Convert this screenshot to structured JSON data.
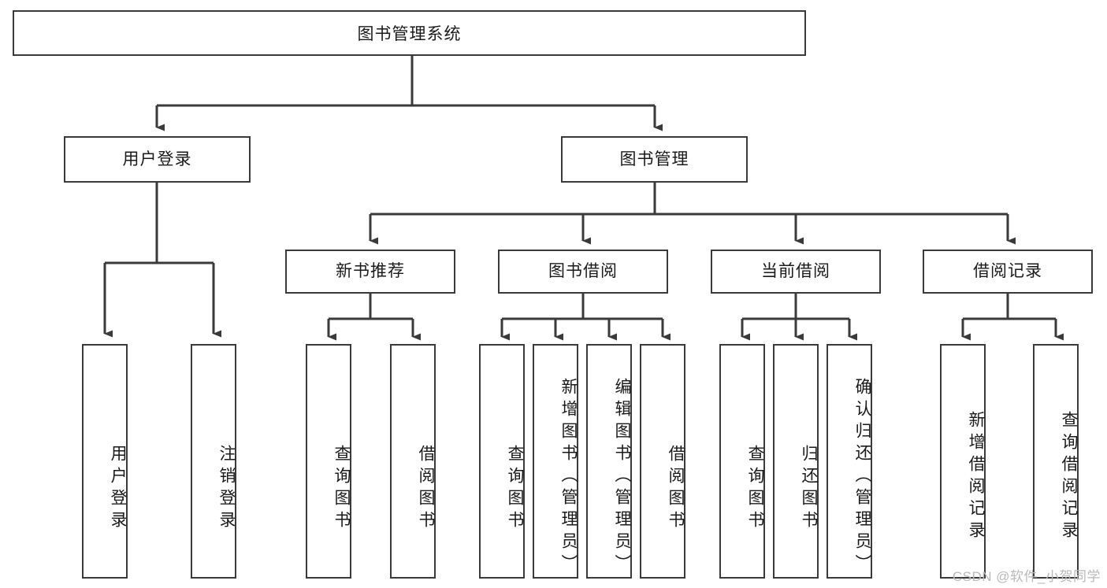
{
  "diagram": {
    "title": "图书管理系统",
    "type": "hierarchy-tree",
    "watermark": "CSDN @软件_小贺同学",
    "colors": {
      "background": "#ffffff",
      "node_border": "#3a3a3a",
      "node_fill": "#ffffff",
      "edge": "#3a3a3a",
      "text": "#1a1a1a",
      "watermark": "#b9b9b9"
    },
    "levels": {
      "root": {
        "label": "图书管理系统"
      },
      "level2": [
        {
          "label": "用户登录"
        },
        {
          "label": "图书管理"
        }
      ],
      "level3": [
        {
          "label": "新书推荐"
        },
        {
          "label": "图书借阅"
        },
        {
          "label": "当前借阅"
        },
        {
          "label": "借阅记录"
        }
      ],
      "leaves": {
        "user_login": [
          {
            "label": "用户登录"
          },
          {
            "label": "注销登录"
          }
        ],
        "new_book": [
          {
            "label": "查询图书"
          },
          {
            "label": "借阅图书"
          }
        ],
        "book_borrow": [
          {
            "label": "查询图书"
          },
          {
            "label": "新增图书（管理员）"
          },
          {
            "label": "编辑图书（管理员）"
          },
          {
            "label": "借阅图书"
          }
        ],
        "current_borrow": [
          {
            "label": "查询图书"
          },
          {
            "label": "归还图书"
          },
          {
            "label": "确认归还（管理员）"
          }
        ],
        "borrow_record": [
          {
            "label": "新增借阅记录"
          },
          {
            "label": "查询借阅记录"
          }
        ]
      }
    }
  }
}
